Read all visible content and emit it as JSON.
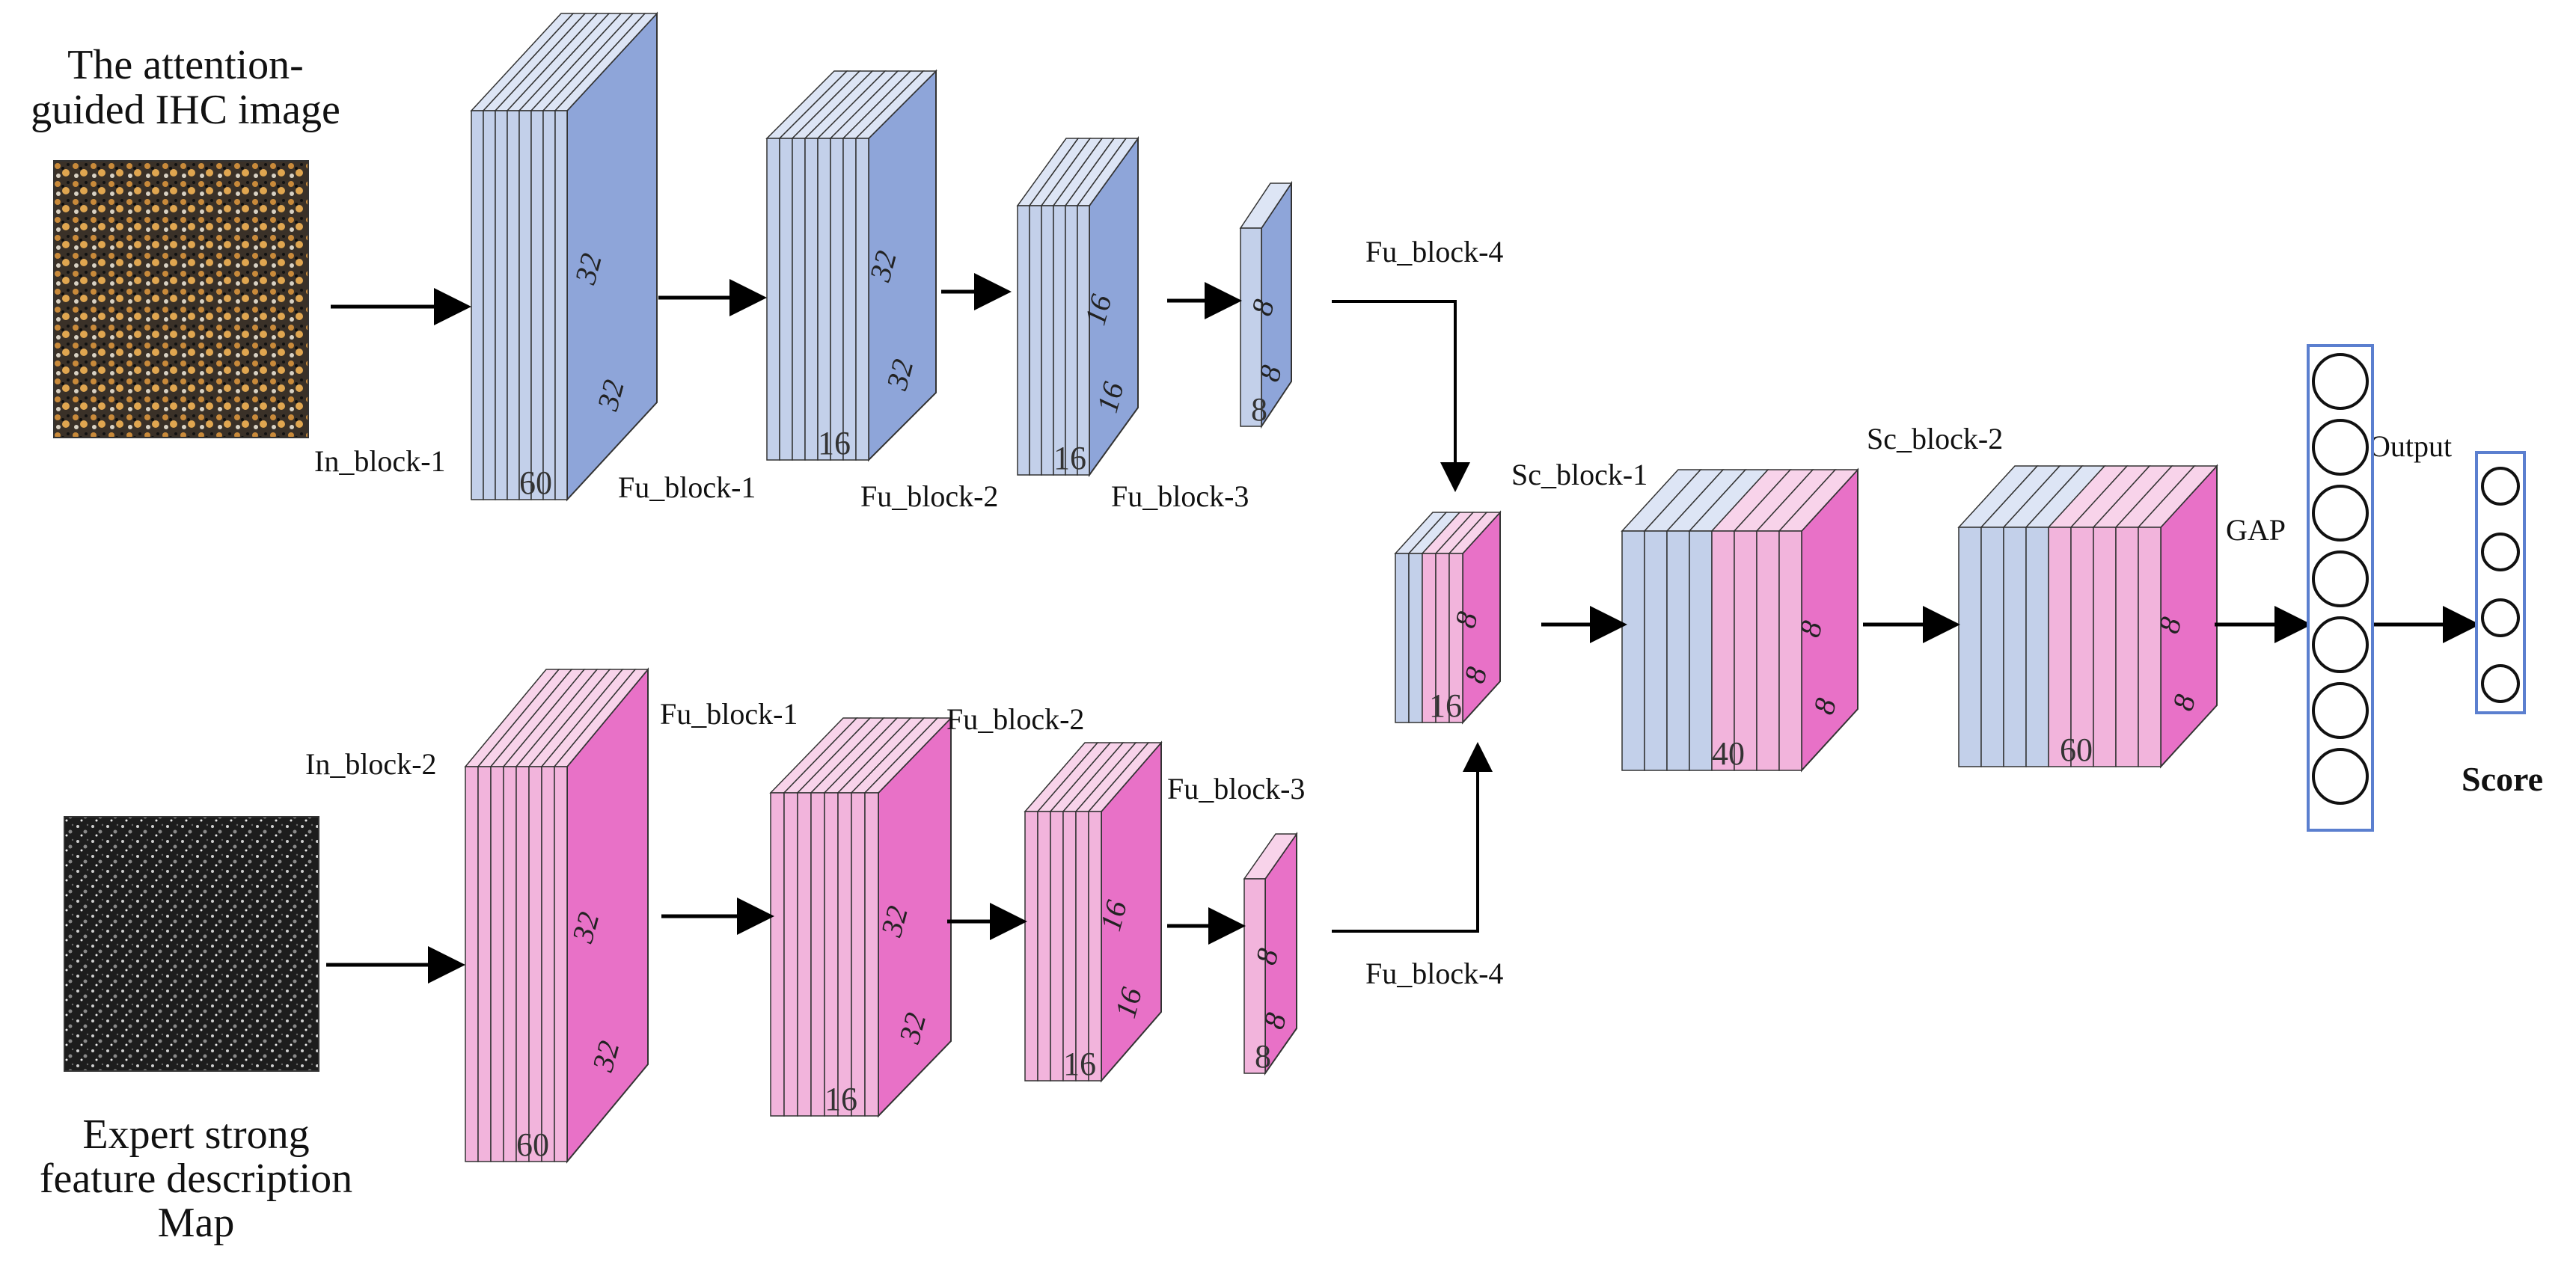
{
  "inputs": {
    "ihc_caption_line1": "The attention-",
    "ihc_caption_line2": "guided IHC image",
    "map_caption_line1": "Expert strong",
    "map_caption_line2": "feature description",
    "map_caption_line3": "Map"
  },
  "top_branch": {
    "in_block": "In_block-1",
    "fu1": "Fu_block-1",
    "fu2": "Fu_block-2",
    "fu3": "Fu_block-3",
    "fu4": "Fu_block-4",
    "dims": {
      "in_depth": "60",
      "in_h": "32",
      "in_w": "32",
      "fu1_depth": "16",
      "fu1_h": "32",
      "fu1_w": "32",
      "fu2_depth": "16",
      "fu2_h": "16",
      "fu2_w": "16",
      "fu3_depth": "8",
      "fu3_h": "8",
      "fu3_w": "8"
    }
  },
  "bottom_branch": {
    "in_block": "In_block-2",
    "fu1": "Fu_block-1",
    "fu2": "Fu_block-2",
    "fu3": "Fu_block-3",
    "fu4": "Fu_block-4",
    "dims": {
      "in_depth": "60",
      "in_h": "32",
      "in_w": "32",
      "fu1_depth": "16",
      "fu1_h": "32",
      "fu1_w": "32",
      "fu2_depth": "16",
      "fu2_h": "16",
      "fu2_w": "16",
      "fu3_depth": "8",
      "fu3_h": "8",
      "fu3_w": "8"
    }
  },
  "merge": {
    "sc1": "Sc_block-1",
    "sc2": "Sc_block-2",
    "fuse_depth": "16",
    "fuse_h": "8",
    "fuse_w": "8",
    "sc1_depth": "40",
    "sc1_h": "8",
    "sc1_w": "8",
    "sc2_depth": "60",
    "sc2_h": "8",
    "sc2_w": "8"
  },
  "head": {
    "gap": "GAP",
    "output": "Output",
    "score": "Score"
  },
  "colors": {
    "blue_face": "#c3d0ea",
    "blue_side": "#8ea5d9",
    "blue_top": "#dde5f5",
    "pink_face": "#f2b4dc",
    "pink_side": "#e871c7",
    "pink_top": "#f8d3ea",
    "node_border": "#5b7fcf"
  }
}
